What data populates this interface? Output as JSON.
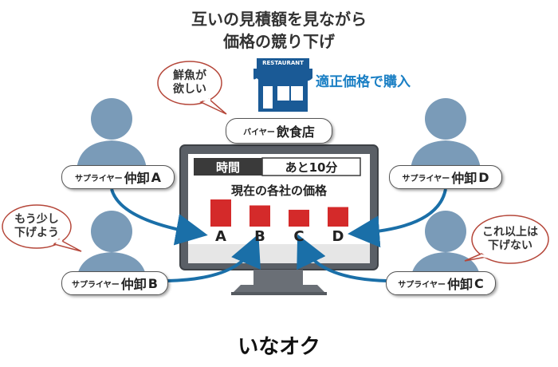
{
  "headline": {
    "line1": "互いの見積額を見ながら",
    "line2": "価格の競り下げ"
  },
  "store": {
    "sign": "RESTAURANT",
    "caption": "適正価格で購入"
  },
  "buyer": {
    "prefix": "バイヤー",
    "name": "飲食店"
  },
  "bubbles": {
    "buyer": [
      "鮮魚が",
      "欲しい"
    ],
    "supplier_b": [
      "もう少し",
      "下げよう"
    ],
    "supplier_c": [
      "これ以上は",
      "下げない"
    ]
  },
  "suppliers": [
    {
      "prefix": "サプライヤー",
      "name": "仲卸",
      "letter": "A"
    },
    {
      "prefix": "サプライヤー",
      "name": "仲卸",
      "letter": "B"
    },
    {
      "prefix": "サプライヤー",
      "name": "仲卸",
      "letter": "C"
    },
    {
      "prefix": "サプライヤー",
      "name": "仲卸",
      "letter": "D"
    }
  ],
  "screen": {
    "time_label": "時間",
    "time_value": "あと10分",
    "subtitle": "現在の各社の価格",
    "bar_letters": [
      "A",
      "B",
      "C",
      "D"
    ],
    "bar_levels": [
      1.0,
      0.78,
      0.62,
      0.72
    ],
    "bar_color": "#d42a2a"
  },
  "title": "いなオク",
  "colors": {
    "arrow": "#1a6fa8",
    "person": "#7a9bb8",
    "monitor": "#555a60"
  }
}
